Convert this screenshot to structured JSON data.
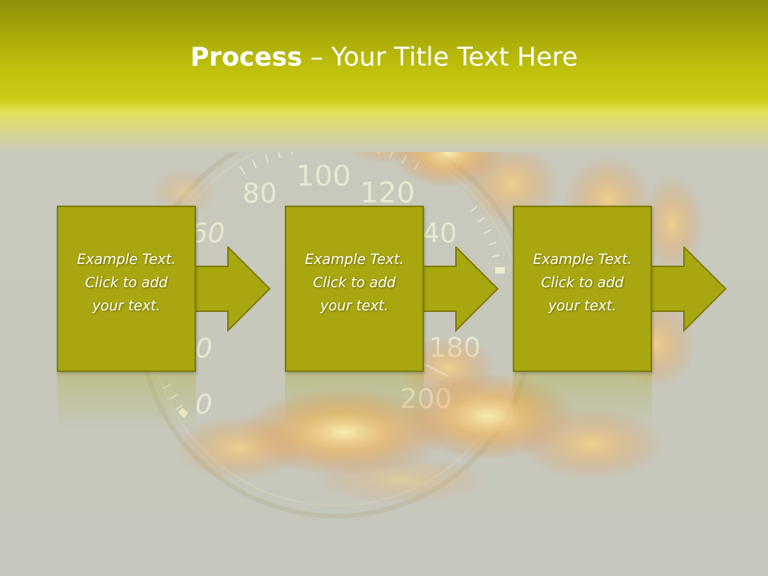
{
  "slide": {
    "title_strong": "Process",
    "title_rest": " – Your Title Text Here",
    "steps": [
      {
        "line1": "Example Text.",
        "line2": "Click  to add",
        "line3": "your text."
      },
      {
        "line1": "Example Text.",
        "line2": "Click  to add",
        "line3": "your text."
      },
      {
        "line1": "Example Text.",
        "line2": "Click  to add",
        "line3": "your text."
      }
    ]
  },
  "background": {
    "gauge_numbers": [
      "80",
      "100",
      "120",
      "60",
      "40",
      "0",
      "180",
      "0",
      "200"
    ],
    "icon": "speedometer-in-flames"
  },
  "colors": {
    "header_dark": "#8d8d07",
    "header_light": "#cccc18",
    "box_fill": "#a9a70f",
    "box_border": "#7f7d08",
    "body_bg": "#c8c9bd",
    "text": "#ffffff"
  }
}
